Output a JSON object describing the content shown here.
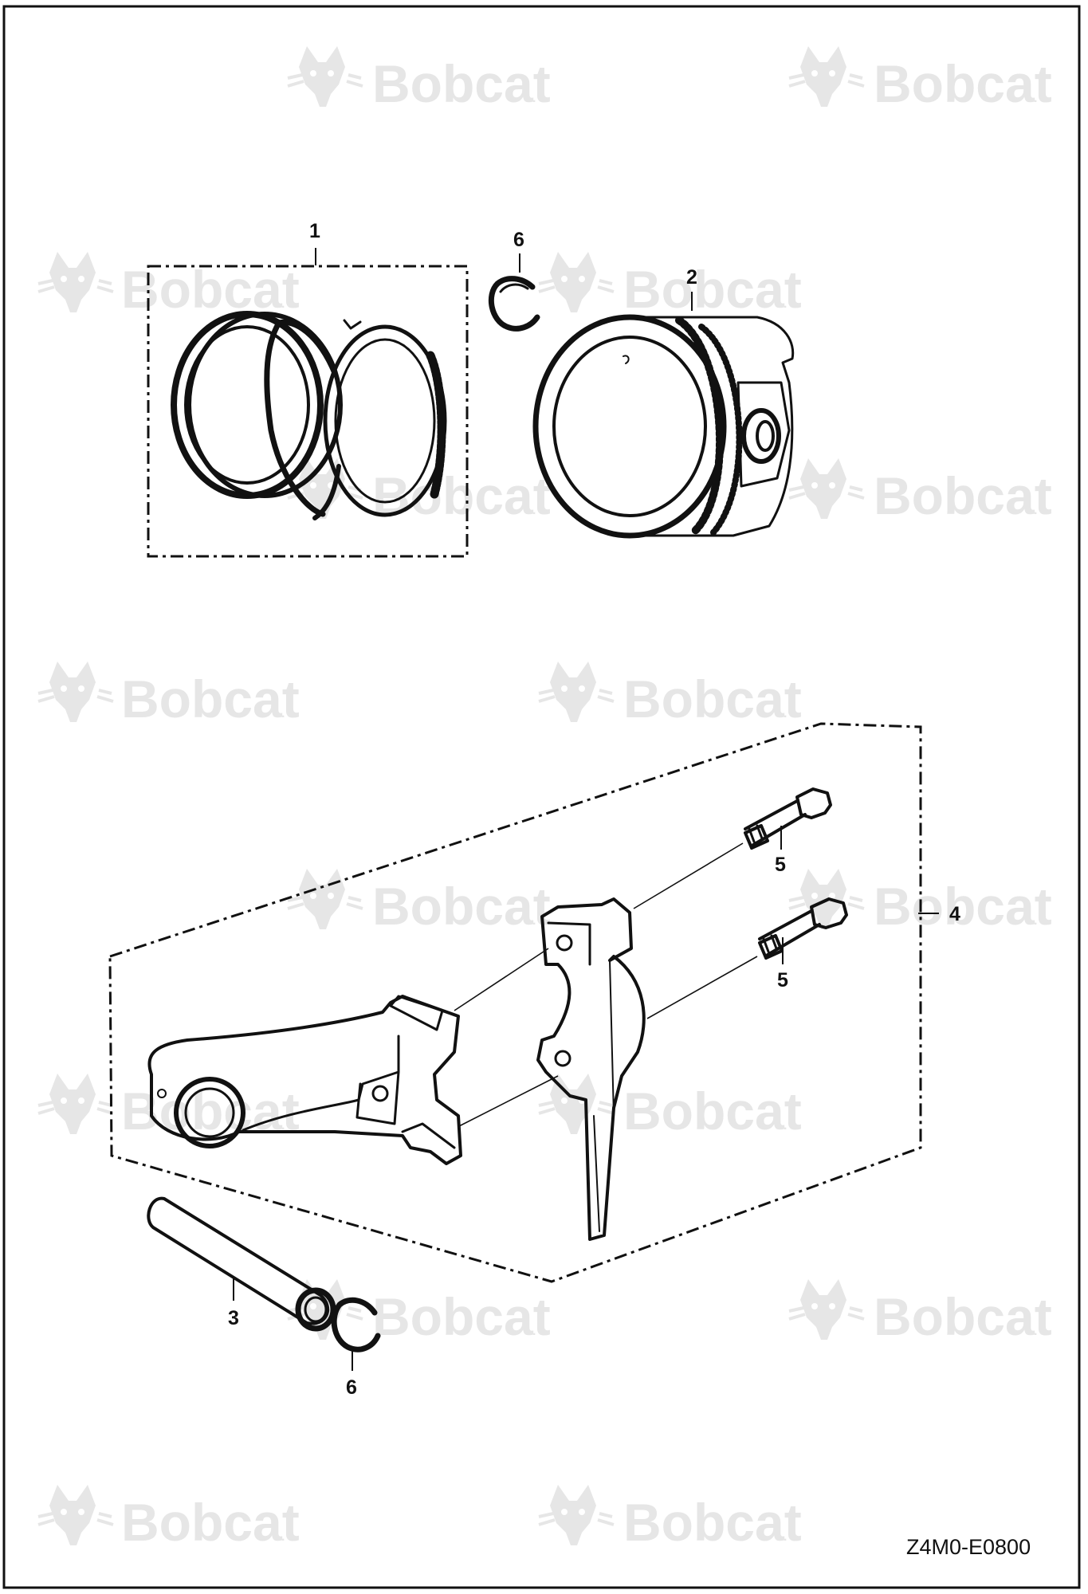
{
  "watermark": {
    "brand": "Bobcat",
    "registered_mark": "."
  },
  "callouts": {
    "ring_set": "1",
    "piston": "2",
    "piston_pin": "3",
    "conrod_assembly": "4",
    "bolt_upper": "5",
    "bolt_lower": "5",
    "circlip_upper": "6",
    "circlip_lower": "6"
  },
  "drawing_code": "Z4M0-E0800",
  "colors": {
    "ink": "#111111",
    "watermark": "#e6e6e6",
    "background": "#ffffff"
  }
}
